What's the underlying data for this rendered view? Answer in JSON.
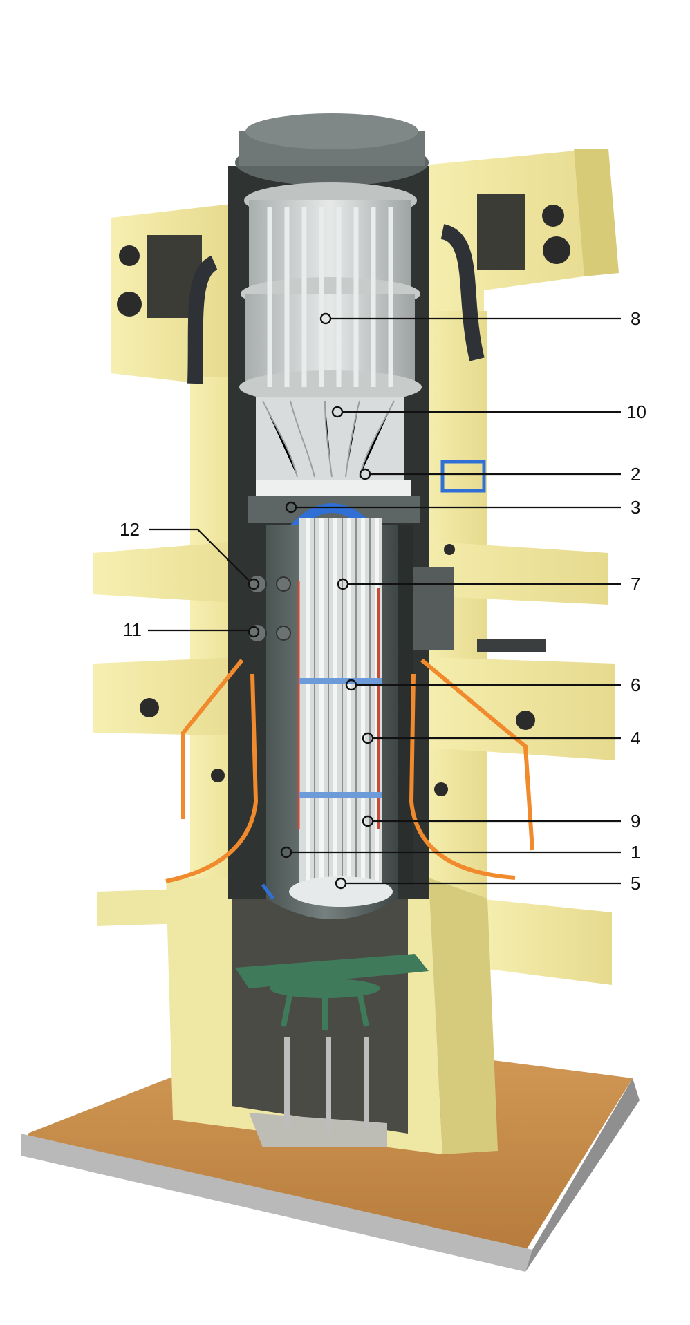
{
  "figure": {
    "kind": "cutaway model photograph",
    "colors": {
      "concrete": "#f2eaa0",
      "concrete_shade": "#d9cf7e",
      "base_top": "#c9924e",
      "base_edge": "#a9a9a9",
      "vessel": "#5f6a68",
      "steel_light": "#cfd3d2",
      "blue_trim": "#2f6fd6",
      "orange_pipe": "#f08a2c",
      "green_support": "#3f7a5a",
      "dark_liner": "#333333"
    }
  },
  "callouts": [
    {
      "id": "c8",
      "label": "8"
    },
    {
      "id": "c10",
      "label": "10"
    },
    {
      "id": "c2",
      "label": "2"
    },
    {
      "id": "c3",
      "label": "3"
    },
    {
      "id": "c12",
      "label": "12"
    },
    {
      "id": "c7",
      "label": "7"
    },
    {
      "id": "c11",
      "label": "11"
    },
    {
      "id": "c6",
      "label": "6"
    },
    {
      "id": "c4",
      "label": "4"
    },
    {
      "id": "c9",
      "label": "9"
    },
    {
      "id": "c1",
      "label": "1"
    },
    {
      "id": "c5",
      "label": "5"
    }
  ]
}
